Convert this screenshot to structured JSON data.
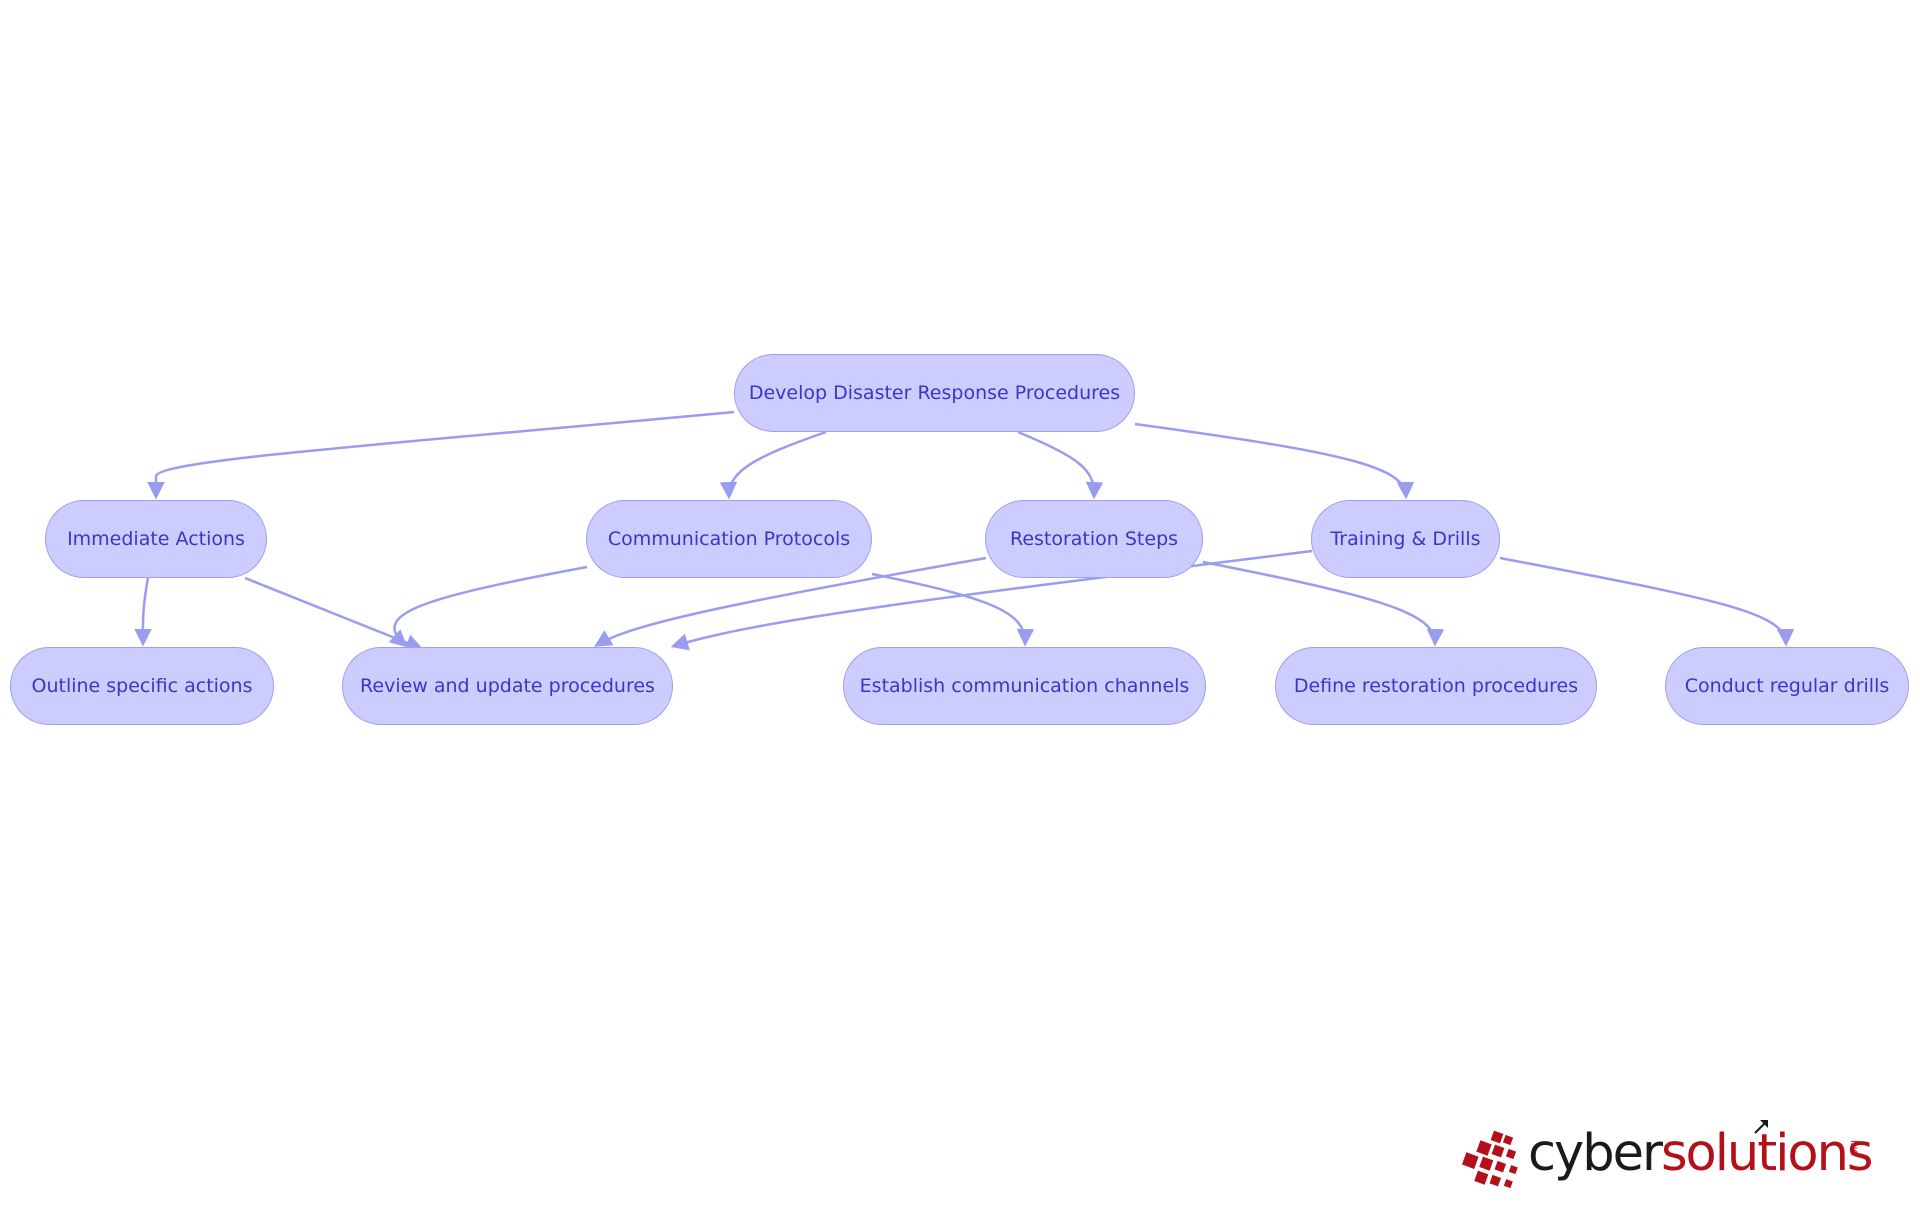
{
  "diagram": {
    "nodes": {
      "root": "Develop Disaster Response Procedures",
      "immediate": "Immediate Actions",
      "communication": "Communication Protocols",
      "restoration": "Restoration Steps",
      "training": "Training & Drills",
      "outline": "Outline specific actions",
      "review": "Review and update procedures",
      "establish": "Establish communication channels",
      "define": "Define restoration procedures",
      "drills": "Conduct regular drills"
    },
    "edges": [
      [
        "root",
        "immediate"
      ],
      [
        "root",
        "communication"
      ],
      [
        "root",
        "restoration"
      ],
      [
        "root",
        "training"
      ],
      [
        "immediate",
        "outline"
      ],
      [
        "immediate",
        "review"
      ],
      [
        "communication",
        "review"
      ],
      [
        "communication",
        "establish"
      ],
      [
        "restoration",
        "review"
      ],
      [
        "restoration",
        "define"
      ],
      [
        "training",
        "review"
      ],
      [
        "training",
        "drills"
      ]
    ]
  },
  "logo": {
    "part1": "cyber",
    "part2": "solutions",
    "suffix": "INC"
  },
  "colors": {
    "node_fill": "#ccccff",
    "node_border": "#9c9ef0",
    "node_text": "#3a36c8",
    "edge": "#9a9cf0",
    "logo_red": "#b3101a",
    "logo_dark": "#1a1a1a"
  }
}
